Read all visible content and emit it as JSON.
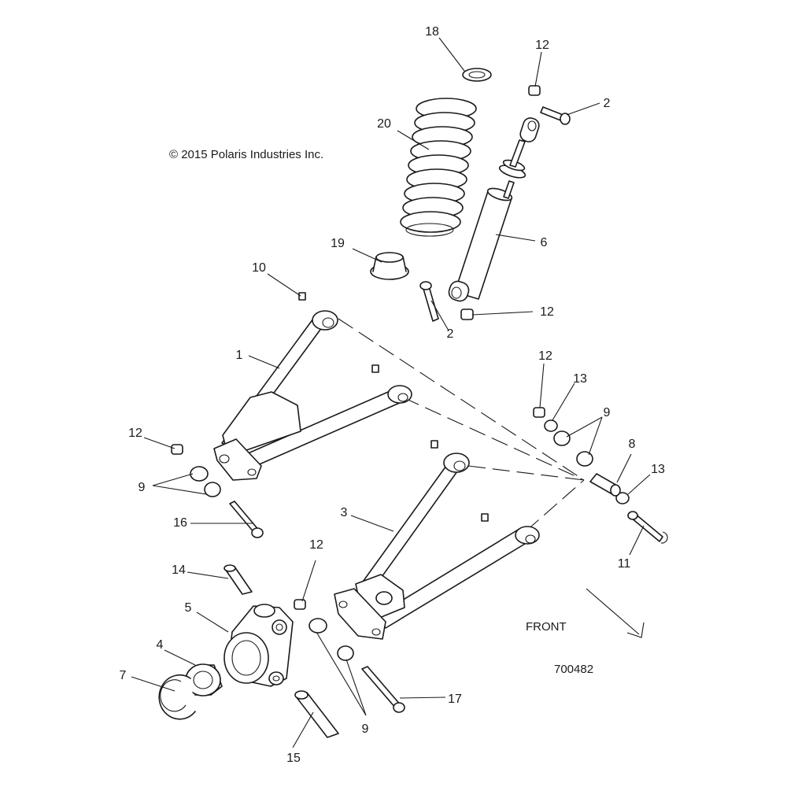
{
  "copyright": "© 2015 Polaris Industries Inc.",
  "figure_number": "700482",
  "direction_label": "FRONT",
  "callouts": [
    "18",
    "12",
    "2",
    "20",
    "6",
    "19",
    "10",
    "2",
    "12",
    "1",
    "12",
    "13",
    "9",
    "12",
    "8",
    "13",
    "9",
    "3",
    "16",
    "11",
    "14",
    "12",
    "5",
    "4",
    "7",
    "17",
    "9",
    "15"
  ]
}
